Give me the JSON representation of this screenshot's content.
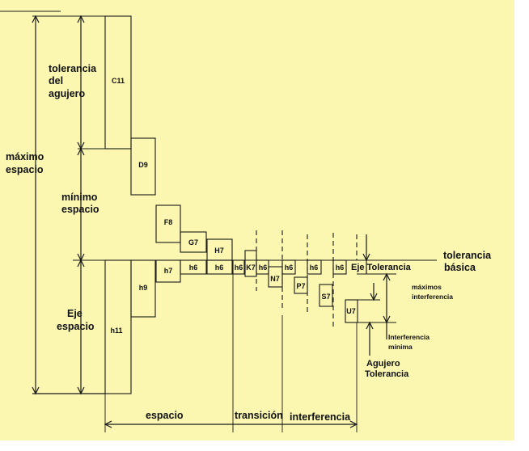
{
  "colors": {
    "paper": "#fbf6b0",
    "ink": "#1a1a1a"
  },
  "labels": {
    "tolerancia_del_agujero": [
      "tolerancia",
      "del",
      "agujero"
    ],
    "maximo_espacio": [
      "máximo",
      "espacio"
    ],
    "minimo_espacio": [
      "mínimo",
      "espacio"
    ],
    "eje_espacio": [
      "Eje",
      "espacio"
    ],
    "tolerancia_basica": [
      "tolerancia",
      "básica"
    ],
    "eje_tolerancia": "Eje Tolerancia",
    "maximos_interferencia": [
      "máximos",
      "interferencia"
    ],
    "interferencia_minima": [
      "Interferencia",
      "mínima"
    ],
    "agujero_tolerancia": [
      "Agujero",
      "Tolerancia"
    ],
    "espacio": "espacio",
    "transicion": "transición",
    "interferencia": "interferencia"
  },
  "boxes": {
    "c11": "C11",
    "d9": "D9",
    "f8": "F8",
    "g7": "G7",
    "h7_upper": "H7",
    "h11": "h11",
    "h9": "h9",
    "h7": "h7",
    "h6_1": "h6",
    "h6_2": "h6",
    "h6_3": "h6",
    "k7": "K7",
    "h6_4": "h6",
    "n7": "N7",
    "h6_5": "h6",
    "p7": "P7",
    "h6_6": "h6",
    "s7": "S7",
    "h6_7": "h6",
    "u7": "U7"
  }
}
